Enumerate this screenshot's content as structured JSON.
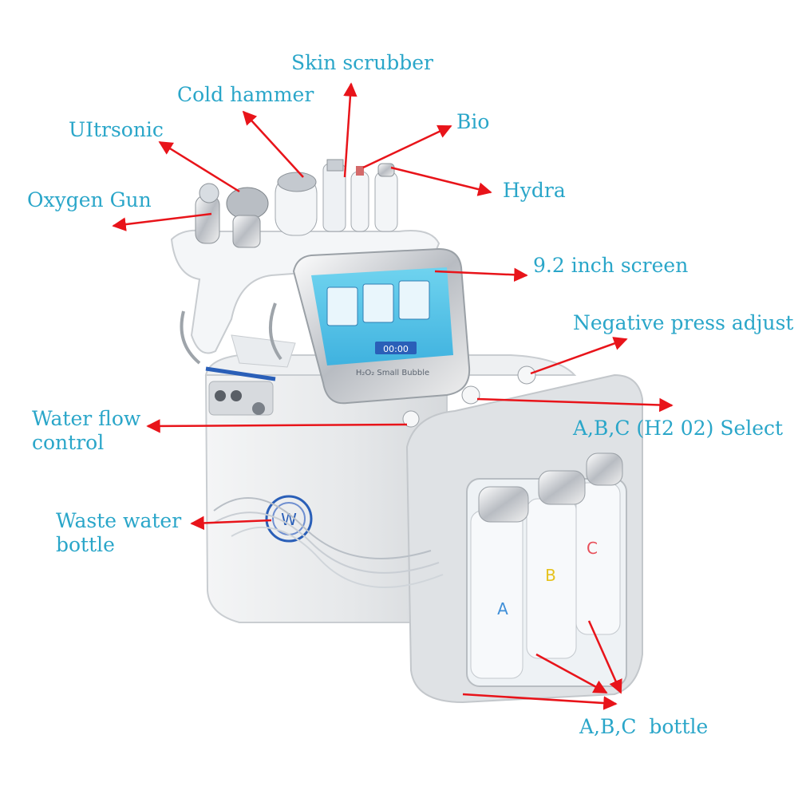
{
  "labels": {
    "skin_scrubber": "Skin scrubber",
    "cold_hammer": "Cold hammer",
    "ultrasonic": "UItrsonic",
    "bio": "Bio",
    "oxygen_gun": "Oxygen Gun",
    "hydra": "Hydra",
    "screen": "9.2 inch screen",
    "negative_press": "Negative press adjust",
    "water_flow": "Water flow\ncontrol",
    "abc_select": "A,B,C (H2 02) Select",
    "waste_water": "Waste water\nbottle",
    "abc_bottle": "A,B,C  bottle"
  },
  "device": {
    "screen_banner": "H₂O₂ Small Bubble",
    "screen_timer": "00:00",
    "logo_letter": "W",
    "bottle_letters": [
      "A",
      "B",
      "C"
    ]
  },
  "colors": {
    "label": "#2aa6c9",
    "arrow": "#e8141a",
    "bottle_a": "#3f8fd8",
    "bottle_b": "#e6c21c",
    "bottle_c": "#e8505a"
  }
}
